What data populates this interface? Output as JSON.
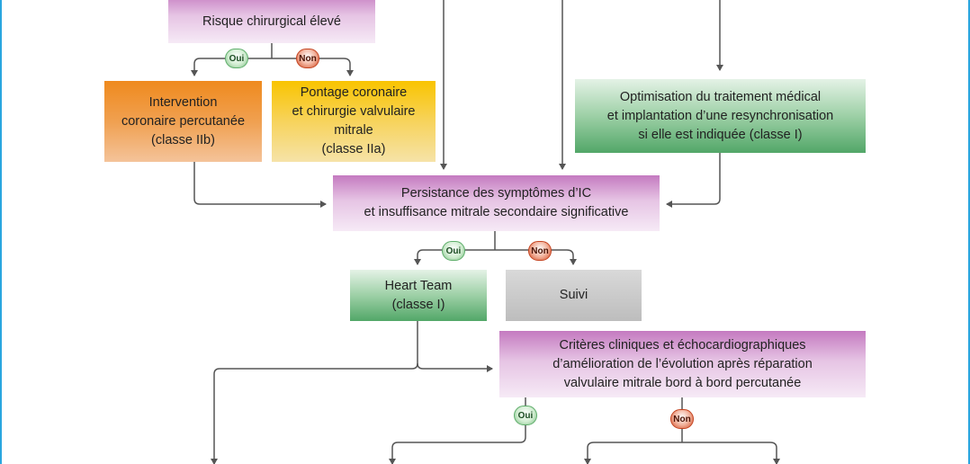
{
  "nodes": {
    "risk": {
      "lines": [
        "Risque chirurgical élevé"
      ]
    },
    "pci": {
      "lines": [
        "Intervention",
        "coronaire percutanée",
        "(classe IIb)"
      ]
    },
    "cabg": {
      "lines": [
        "Pontage coronaire",
        "et chirurgie valvulaire",
        "mitrale",
        "(classe IIa)"
      ]
    },
    "medical": {
      "lines": [
        "Optimisation du traitement médical",
        "et implantation d’une resynchronisation",
        "si elle est indiquée (classe I)"
      ]
    },
    "persist": {
      "lines": [
        "Persistance des symptômes d’IC",
        "et insuffisance mitrale secondaire significative"
      ]
    },
    "heart_team": {
      "lines": [
        "Heart Team",
        "(classe I)"
      ]
    },
    "follow": {
      "lines": [
        "Suivi"
      ]
    },
    "criteria": {
      "lines": [
        "Critères cliniques et échocardiographiques",
        "d’amélioration de l’évolution après réparation",
        "valvulaire mitrale bord à bord percutanée"
      ]
    }
  },
  "badges": {
    "yes": "Oui",
    "no": "Non"
  },
  "colors": {
    "connector": "#555555",
    "frame": "#2aa6df",
    "pink": "#c47ac0",
    "orange": "#ef8a1e",
    "yellow": "#f9c400",
    "green": "#52a768",
    "grey": "#bdbdbd"
  }
}
